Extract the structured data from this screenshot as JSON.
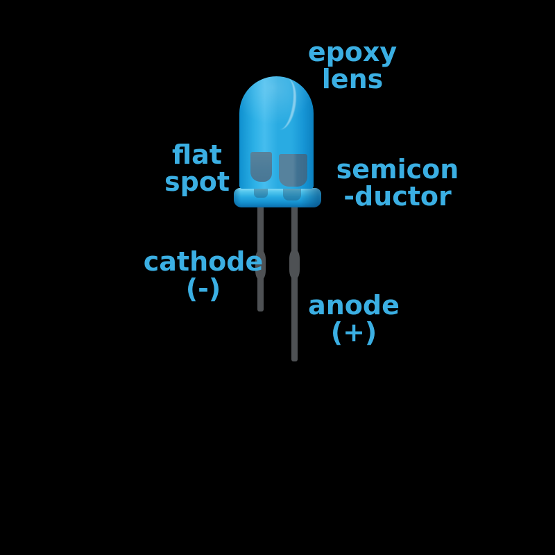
{
  "colors": {
    "background": "#000000",
    "label_text": "#3bafe3",
    "led_main": "#29abe2",
    "led_light": "#45bdee",
    "led_edge_left": "#0f90cf",
    "led_edge_right": "#0c81c0",
    "flange_top": "#8adcf6",
    "flange_bottom": "#0b6fae",
    "cup": "#4d7c99",
    "cup_dark": "#3a6a8a",
    "metal": "#4e5154"
  },
  "labels": {
    "epoxy_lens": {
      "line1": "epoxy",
      "line2": "lens"
    },
    "flat_spot": {
      "line1": "flat",
      "line2": "spot"
    },
    "semiconductor": {
      "line1": "semicon",
      "line2": "-ductor"
    },
    "cathode": {
      "line1": "cathode",
      "line2": "(-)"
    },
    "anode": {
      "line1": "anode",
      "line2": "(+)"
    }
  }
}
